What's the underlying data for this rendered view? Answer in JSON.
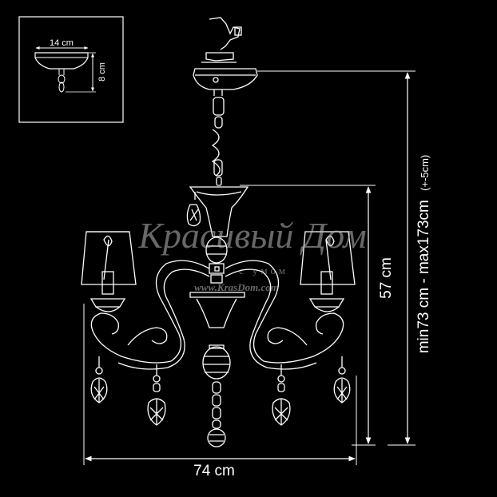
{
  "inset": {
    "width_label": "14 cm",
    "height_label": "8 cm"
  },
  "dimensions": {
    "total_width": "74 cm",
    "body_height": "57 cm",
    "total_height": "min73 cm - max173cm",
    "total_height_tolerance": "(+-5cm)"
  },
  "watermark": {
    "brand": "Красивый Дом",
    "tagline": "с умом",
    "url": "www.KrasDom.com"
  },
  "colors": {
    "background": "#000000",
    "line": "#ffffff",
    "watermark": "#bdbdbd"
  }
}
